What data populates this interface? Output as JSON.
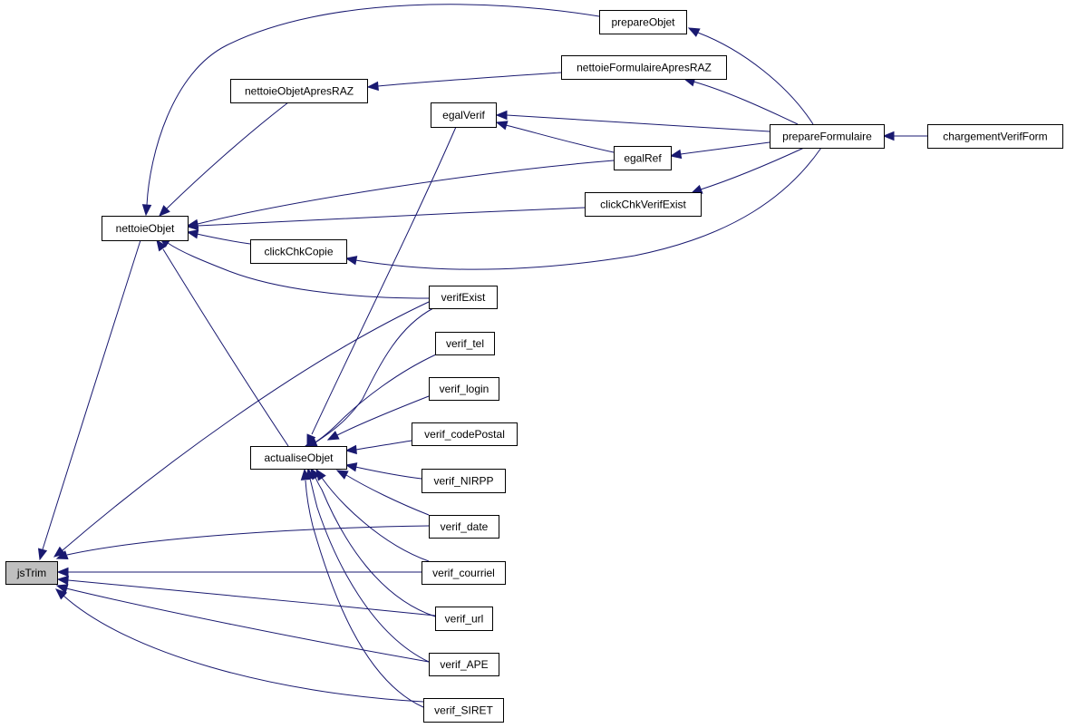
{
  "graph": {
    "nodes": [
      {
        "id": "jsTrim",
        "label": "jsTrim",
        "root": true
      },
      {
        "id": "nettoieObjet",
        "label": "nettoieObjet"
      },
      {
        "id": "nettoieObjetApresRAZ",
        "label": "nettoieObjetApresRAZ"
      },
      {
        "id": "prepareObjet",
        "label": "prepareObjet"
      },
      {
        "id": "nettoieFormulaireApresRAZ",
        "label": "nettoieFormulaireApresRAZ"
      },
      {
        "id": "egalVerif",
        "label": "egalVerif"
      },
      {
        "id": "egalRef",
        "label": "egalRef"
      },
      {
        "id": "prepareFormulaire",
        "label": "prepareFormulaire"
      },
      {
        "id": "chargementVerifForm",
        "label": "chargementVerifForm"
      },
      {
        "id": "clickChkVerifExist",
        "label": "clickChkVerifExist"
      },
      {
        "id": "clickChkCopie",
        "label": "clickChkCopie"
      },
      {
        "id": "verifExist",
        "label": "verifExist"
      },
      {
        "id": "verif_tel",
        "label": "verif_tel"
      },
      {
        "id": "verif_login",
        "label": "verif_login"
      },
      {
        "id": "verif_codePostal",
        "label": "verif_codePostal"
      },
      {
        "id": "actualiseObjet",
        "label": "actualiseObjet"
      },
      {
        "id": "verif_NIRPP",
        "label": "verif_NIRPP"
      },
      {
        "id": "verif_date",
        "label": "verif_date"
      },
      {
        "id": "verif_courriel",
        "label": "verif_courriel"
      },
      {
        "id": "verif_url",
        "label": "verif_url"
      },
      {
        "id": "verif_APE",
        "label": "verif_APE"
      },
      {
        "id": "verif_SIRET",
        "label": "verif_SIRET"
      }
    ],
    "edges": [
      {
        "from": "prepareObjet",
        "to": "nettoieObjet"
      },
      {
        "from": "prepareFormulaire",
        "to": "prepareObjet"
      },
      {
        "from": "nettoieFormulaireApresRAZ",
        "to": "nettoieObjetApresRAZ"
      },
      {
        "from": "prepareFormulaire",
        "to": "nettoieFormulaireApresRAZ"
      },
      {
        "from": "nettoieObjetApresRAZ",
        "to": "nettoieObjet"
      },
      {
        "from": "prepareFormulaire",
        "to": "egalVerif"
      },
      {
        "from": "egalRef",
        "to": "egalVerif"
      },
      {
        "from": "egalRef",
        "to": "nettoieObjet"
      },
      {
        "from": "prepareFormulaire",
        "to": "egalRef"
      },
      {
        "from": "chargementVerifForm",
        "to": "prepareFormulaire"
      },
      {
        "from": "clickChkVerifExist",
        "to": "nettoieObjet"
      },
      {
        "from": "prepareFormulaire",
        "to": "clickChkVerifExist"
      },
      {
        "from": "clickChkCopie",
        "to": "nettoieObjet"
      },
      {
        "from": "prepareFormulaire",
        "to": "clickChkCopie"
      },
      {
        "from": "verifExist",
        "to": "nettoieObjet"
      },
      {
        "from": "actualiseObjet",
        "to": "nettoieObjet"
      },
      {
        "from": "nettoieObjet",
        "to": "jsTrim"
      },
      {
        "from": "egalVerif",
        "to": "actualiseObjet"
      },
      {
        "from": "verifExist",
        "to": "actualiseObjet"
      },
      {
        "from": "verif_tel",
        "to": "actualiseObjet"
      },
      {
        "from": "verif_login",
        "to": "actualiseObjet"
      },
      {
        "from": "verif_codePostal",
        "to": "actualiseObjet"
      },
      {
        "from": "verif_NIRPP",
        "to": "actualiseObjet"
      },
      {
        "from": "verif_date",
        "to": "actualiseObjet"
      },
      {
        "from": "verif_courriel",
        "to": "actualiseObjet"
      },
      {
        "from": "verif_url",
        "to": "actualiseObjet"
      },
      {
        "from": "verif_APE",
        "to": "actualiseObjet"
      },
      {
        "from": "verif_SIRET",
        "to": "actualiseObjet"
      },
      {
        "from": "verifExist",
        "to": "jsTrim"
      },
      {
        "from": "verif_date",
        "to": "jsTrim"
      },
      {
        "from": "verif_courriel",
        "to": "jsTrim"
      },
      {
        "from": "verif_url",
        "to": "jsTrim"
      },
      {
        "from": "verif_APE",
        "to": "jsTrim"
      },
      {
        "from": "verif_SIRET",
        "to": "jsTrim"
      }
    ]
  },
  "colors": {
    "edge": "#191970",
    "root_fill": "#bfbfbf",
    "node_fill": "#ffffff",
    "node_border": "#000000"
  }
}
